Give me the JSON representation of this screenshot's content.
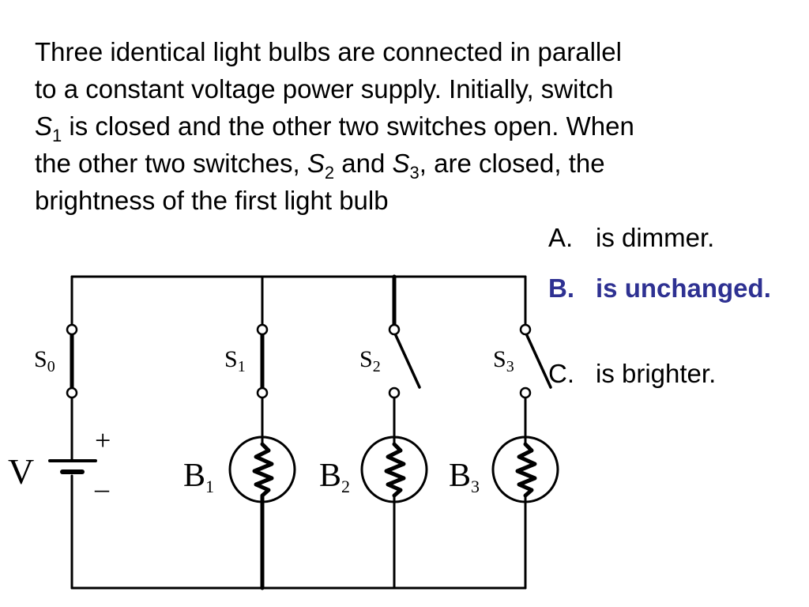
{
  "question": {
    "line1": "Three identical light bulbs are connected in parallel",
    "line2": "to a constant voltage power supply. Initially, switch",
    "l3_var": "S",
    "l3_sub": "1",
    "l3_rest": " is closed and the other two switches open. When",
    "l4_pre": "the other two switches, ",
    "l4_var1": "S",
    "l4_sub1": "2",
    "l4_mid": " and ",
    "l4_var2": "S",
    "l4_sub2": "3",
    "l4_rest": ", are closed, the",
    "line5": "brightness of the first light bulb"
  },
  "answers": [
    {
      "letter": "A.",
      "text": "is dimmer."
    },
    {
      "letter": "B.",
      "text": "is unchanged."
    },
    {
      "letter": "C.",
      "text": "is brighter."
    }
  ],
  "circuit": {
    "voltage_label": "V",
    "plus": "+",
    "minus": "–",
    "switch_letter": "S",
    "bulb_letter": "B",
    "s0_sub": "0",
    "s1_sub": "1",
    "s2_sub": "2",
    "s3_sub": "3",
    "b1_sub": "1",
    "b2_sub": "2",
    "b3_sub": "3"
  },
  "colors": {
    "text": "#000000",
    "correct_answer": "#2e3192"
  }
}
